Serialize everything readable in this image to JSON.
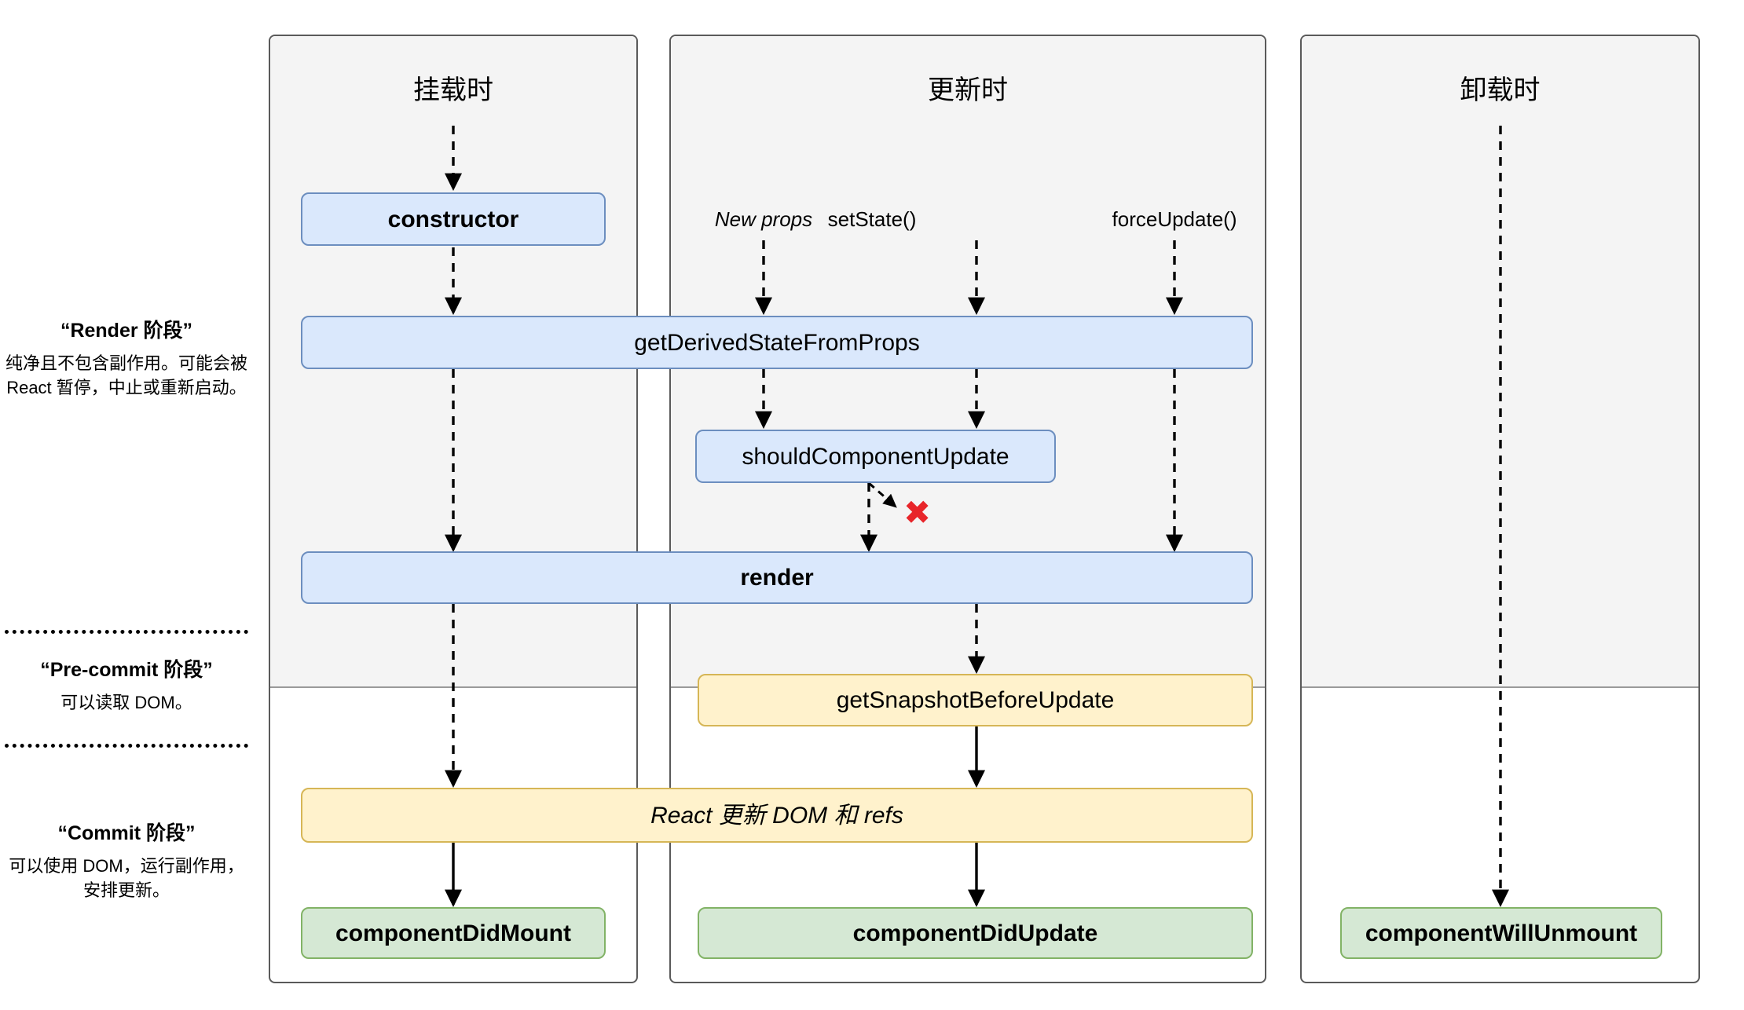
{
  "legend": [
    {
      "id": "render-phase",
      "title": "“Render 阶段”",
      "desc": "纯净且不包含副作用。可能会被 React 暂停，中止或重新启动。"
    },
    {
      "id": "pre-commit-phase",
      "title": "“Pre-commit 阶段”",
      "desc": "可以读取 DOM。"
    },
    {
      "id": "commit-phase",
      "title": "“Commit 阶段”",
      "desc": "可以使用 DOM，运行副作用，安排更新。"
    }
  ],
  "columns": [
    {
      "id": "mounting",
      "title": "挂载时"
    },
    {
      "id": "updating",
      "title": "更新时"
    },
    {
      "id": "unmounting",
      "title": "卸载时"
    }
  ],
  "triggers": [
    {
      "id": "new-props",
      "label": "New props",
      "italic": true
    },
    {
      "id": "set-state",
      "label": "setState()",
      "italic": false
    },
    {
      "id": "force-update",
      "label": "forceUpdate()",
      "italic": false
    }
  ],
  "boxes": [
    {
      "id": "constructor",
      "label": "constructor",
      "color": "blue",
      "style": "bold"
    },
    {
      "id": "get-derived-state-from-props",
      "label": "getDerivedStateFromProps",
      "color": "blue",
      "style": "normal"
    },
    {
      "id": "should-component-update",
      "label": "shouldComponentUpdate",
      "color": "blue",
      "style": "normal"
    },
    {
      "id": "render",
      "label": "render",
      "color": "blue",
      "style": "bold"
    },
    {
      "id": "get-snapshot-before-update",
      "label": "getSnapshotBeforeUpdate",
      "color": "yellow",
      "style": "normal"
    },
    {
      "id": "react-updates-dom",
      "label": "React 更新 DOM 和 refs",
      "color": "yellow",
      "style": "italic"
    },
    {
      "id": "component-did-mount",
      "label": "componentDidMount",
      "color": "green",
      "style": "bold"
    },
    {
      "id": "component-did-update",
      "label": "componentDidUpdate",
      "color": "green",
      "style": "bold"
    },
    {
      "id": "component-will-unmount",
      "label": "componentWillUnmount",
      "color": "green",
      "style": "bold"
    }
  ],
  "annotations": [
    {
      "id": "skip-update-x",
      "glyph": "✖",
      "meaning": "shouldComponentUpdate returns false — update is skipped",
      "color": "#e8252a"
    }
  ],
  "palette": {
    "blue_fill": "#dae8fc",
    "blue_stroke": "#6c8ebf",
    "yellow_fill": "#fff2cc",
    "yellow_stroke": "#d6b656",
    "green_fill": "#d5e8d4",
    "green_stroke": "#82b366",
    "panel_fill": "#f4f4f4",
    "panel_stroke": "#5a5a5a",
    "x_red": "#e8252a",
    "page_bg": "#ffffff"
  }
}
